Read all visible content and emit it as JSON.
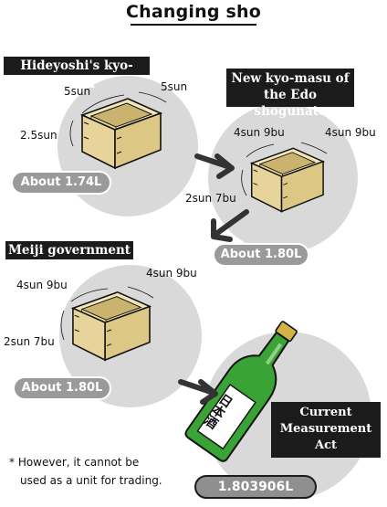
{
  "title": "Changing sho",
  "periods": [
    {
      "name": "Hideyoshi's kyo-masu",
      "dims": [
        "5sun",
        "5sun",
        "2.5sun"
      ],
      "volume": "About 1.74L"
    },
    {
      "name": "New kyo-masu of the Edo shogunate",
      "name_lines": [
        "New kyo-masu of",
        "the Edo shogunate"
      ],
      "dims": [
        "4sun 9bu",
        "4sun 9bu",
        "2sun 7bu"
      ],
      "volume": "About 1.80L"
    },
    {
      "name": "Meiji government",
      "dims": [
        "4sun 9bu",
        "4sun 9bu",
        "2sun 7bu"
      ],
      "volume": "About 1.80L"
    },
    {
      "name": "Current Measurement Act",
      "name_lines": [
        "Current",
        "Measurement",
        "Act"
      ],
      "volume": "1.803906L",
      "bottle_label": "日本酒"
    }
  ],
  "note_lines": [
    "* However, it cannot be",
    "used as a unit for trading."
  ],
  "colors": {
    "circle": "#d9d9d9",
    "wood": "#e6d49a",
    "wood_dark": "#c9b36e",
    "bottle": "#3aa335",
    "pill": "#9a9a9a",
    "banner": "#1b1b1b"
  }
}
